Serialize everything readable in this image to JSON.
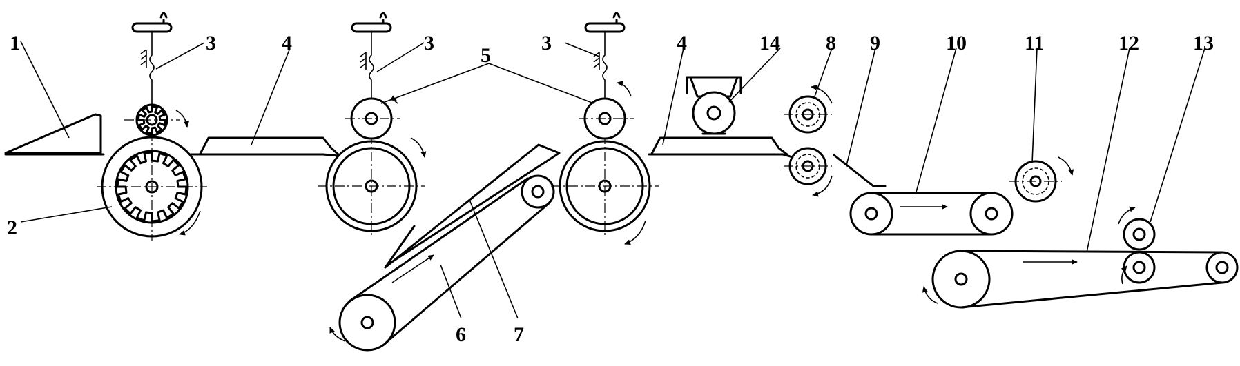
{
  "labels": {
    "l1": "1",
    "l2": "2",
    "l3a": "3",
    "l3b": "3",
    "l3c": "3",
    "l4a": "4",
    "l4b": "4",
    "l5": "5",
    "l6": "6",
    "l7": "7",
    "l8": "8",
    "l9": "9",
    "l10": "10",
    "l11": "11",
    "l12": "12",
    "l13": "13",
    "l14": "14"
  },
  "colors": {
    "line": "#000000",
    "background": "#ffffff"
  }
}
